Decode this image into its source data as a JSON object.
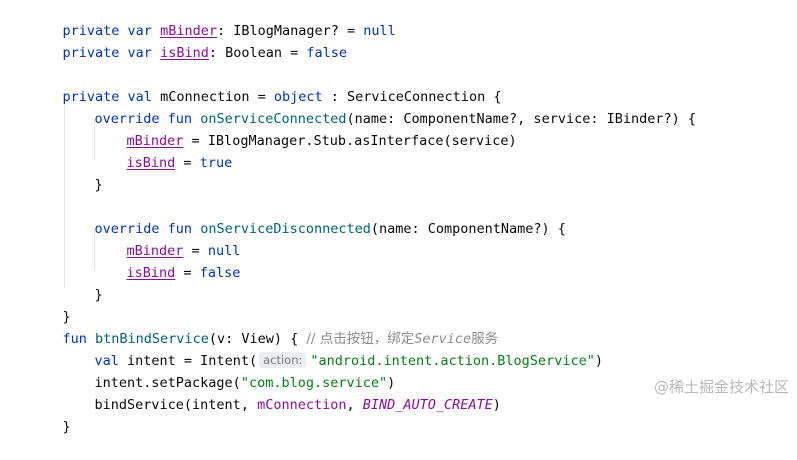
{
  "code": {
    "l1": {
      "a": "private var ",
      "b": "mBinder",
      "c": ": IBlogManager? = ",
      "d": "null"
    },
    "l2": {
      "a": "private var ",
      "b": "isBind",
      "c": ": Boolean = ",
      "d": "false"
    },
    "l4": {
      "a": "private val ",
      "b": "mConnection = ",
      "c": "object",
      "d": " : ServiceConnection {"
    },
    "l5": {
      "a": "override fun ",
      "b": "onServiceConnected",
      "c": "(name: ComponentName?, service: IBinder?) {"
    },
    "l6": {
      "a": "mBinder",
      "b": " = IBlogManager.Stub.asInterface(service)"
    },
    "l7": {
      "a": "isBind",
      "b": " = ",
      "c": "true"
    },
    "l8": {
      "a": "}"
    },
    "l10": {
      "a": "override fun ",
      "b": "onServiceDisconnected",
      "c": "(name: ComponentName?) {"
    },
    "l11": {
      "a": "mBinder",
      "b": " = ",
      "c": "null"
    },
    "l12": {
      "a": "isBind",
      "b": " = ",
      "c": "false"
    },
    "l13": {
      "a": "}"
    },
    "l14": {
      "a": "}"
    },
    "l15": {
      "a": "fun ",
      "b": "btnBindService",
      "c": "(v: View) { ",
      "d": "// 点击按钮，绑定",
      "e": "Service",
      "f": "服务"
    },
    "l16": {
      "a": "val ",
      "b": "intent = Intent(",
      "hint": "action:",
      "c": "\"android.intent.action.BlogService\"",
      "d": ")"
    },
    "l17": {
      "a": "intent.setPackage(",
      "b": "\"com.blog.service\"",
      "c": ")"
    },
    "l18": {
      "a": "bindService(intent, ",
      "b": "mConnection",
      "c": ", ",
      "d": "BIND_AUTO_CREATE",
      "e": ")"
    },
    "l19": {
      "a": "}"
    }
  },
  "watermark": "@稀土掘金技术社区",
  "colors": {
    "keyword": "#0033b3",
    "property": "#871094",
    "function": "#00627a",
    "string": "#067d17",
    "comment": "#8c8c8c",
    "background": "#ffffff"
  }
}
